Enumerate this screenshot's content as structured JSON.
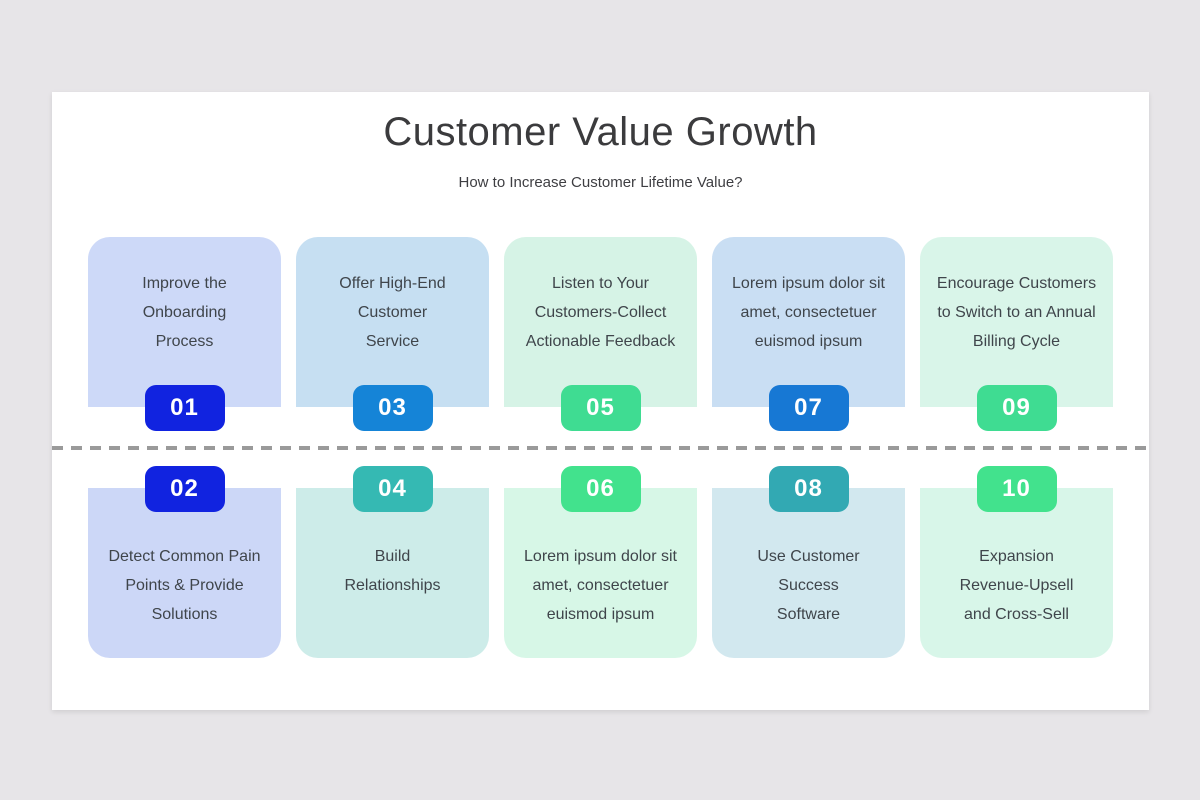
{
  "header": {
    "title": "Customer Value Growth",
    "subtitle": "How to Increase Customer Lifetime Value?"
  },
  "divider": {
    "style": "dashed",
    "color": "#9a9a9a"
  },
  "cards": [
    {
      "number": "01",
      "row": "top",
      "text": "Improve the\nOnboarding\nProcess",
      "card_color": "#cdd9f8",
      "badge_color": "#1123e0"
    },
    {
      "number": "02",
      "row": "bottom",
      "text": "Detect Common Pain\nPoints & Provide\nSolutions",
      "card_color": "#ccd7f7",
      "badge_color": "#1123e0"
    },
    {
      "number": "03",
      "row": "top",
      "text": "Offer High-End\nCustomer\nService",
      "card_color": "#c6dff2",
      "badge_color": "#1584d7"
    },
    {
      "number": "04",
      "row": "bottom",
      "text": "Build\nRelationships",
      "card_color": "#cdece9",
      "badge_color": "#35b9b3"
    },
    {
      "number": "05",
      "row": "top",
      "text": "Listen to Your\nCustomers-Collect\nActionable Feedback",
      "card_color": "#d6f3e6",
      "badge_color": "#3fdc92"
    },
    {
      "number": "06",
      "row": "bottom",
      "text": "Lorem ipsum dolor sit\namet, consectetuer\neuismod ipsum",
      "card_color": "#d7f7e7",
      "badge_color": "#42e28d"
    },
    {
      "number": "07",
      "row": "top",
      "text": "Lorem ipsum dolor sit\namet, consectetuer\neuismod ipsum",
      "card_color": "#c9def3",
      "badge_color": "#1778d4"
    },
    {
      "number": "08",
      "row": "bottom",
      "text": "Use Customer\nSuccess\nSoftware",
      "card_color": "#d2e8ef",
      "badge_color": "#32a9b3"
    },
    {
      "number": "09",
      "row": "top",
      "text": "Encourage Customers\nto Switch to an Annual\nBilling Cycle",
      "card_color": "#d9f5e9",
      "badge_color": "#3fdc92"
    },
    {
      "number": "10",
      "row": "bottom",
      "text": "Expansion\nRevenue-Upsell\nand Cross-Sell",
      "card_color": "#d8f6e9",
      "badge_color": "#42e28d"
    }
  ]
}
